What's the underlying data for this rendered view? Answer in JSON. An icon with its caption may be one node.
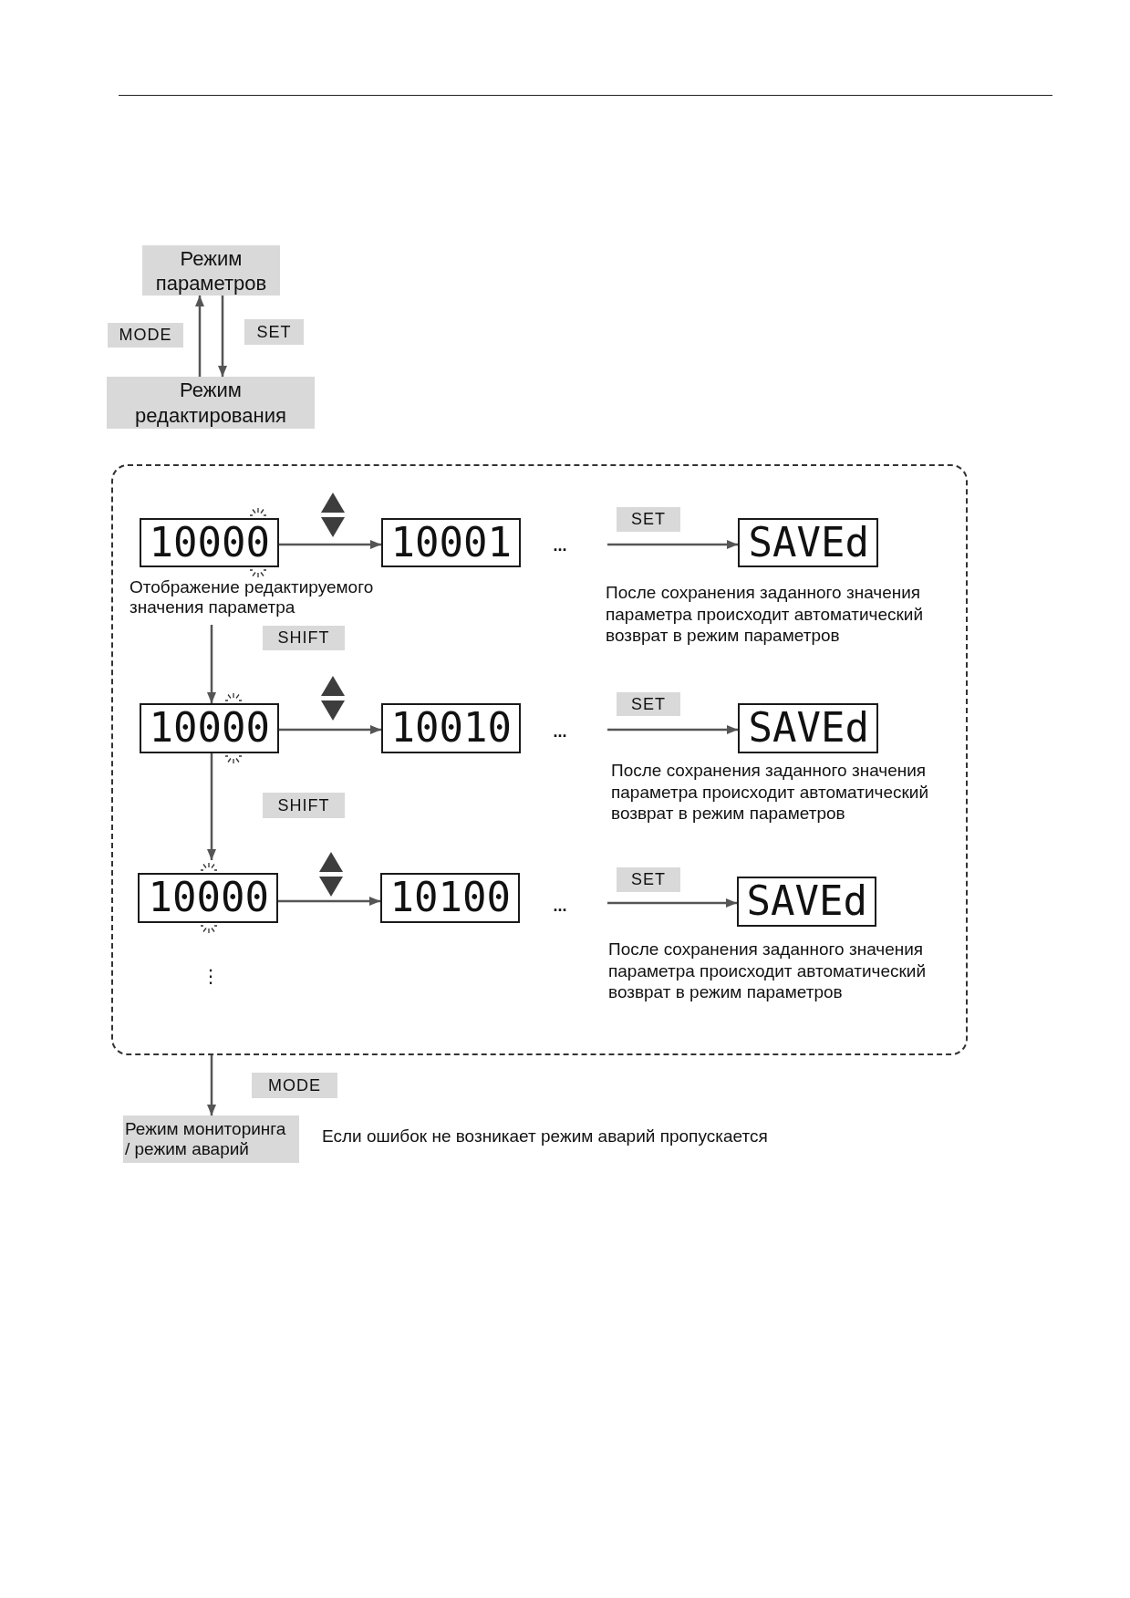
{
  "diagram": {
    "nodes": [
      {
        "text": [
          "Режим параметров"
        ]
      },
      {
        "text": [
          "Режим редактирования"
        ]
      },
      {
        "text": [],
        "shape": "box"
      },
      {
        "text": [
          "10000"
        ],
        "in": 2,
        "beside": [
          "Отображение редактируемого значения параметра"
        ]
      },
      {
        "text": [
          "10001"
        ],
        "in": 2
      },
      {
        "text": [
          "SAVEd"
        ],
        "in": 2,
        "beside": [
          "После сохранения заданного значения параметра происходит автоматический возврат в режим параметров"
        ]
      },
      {
        "text": [
          "10000"
        ],
        "in": 2
      },
      {
        "text": [
          "10010"
        ],
        "in": 2
      },
      {
        "text": [
          "SAVEd"
        ],
        "in": 2,
        "beside": [
          "После сохранения заданного значения параметра происходит автоматический возврат в режим параметров"
        ]
      },
      {
        "text": [
          "10000"
        ],
        "in": 2
      },
      {
        "text": [
          "10100"
        ],
        "in": 2
      },
      {
        "text": [
          "SAVEd"
        ],
        "in": 2,
        "beside": [
          "После сохранения заданного значения параметра происходит автоматический возврат в режим параметров"
        ]
      },
      {
        "text": [
          "Режим мониторинга / режим аварий"
        ],
        "beside": [
          "Если ошибок не возникает режим аварий пропускается"
        ]
      }
    ],
    "edges": [
      {
        "from": 1,
        "to": 0,
        "arrow": "to",
        "label": "MODE"
      },
      {
        "from": 0,
        "to": 1,
        "arrow": "to",
        "label": "SET"
      },
      {
        "from": 3,
        "to": 4,
        "arrow": "to"
      },
      {
        "from": null,
        "to": 5,
        "arrow": "to",
        "label": "SET"
      },
      {
        "from": 6,
        "to": 7,
        "arrow": "to"
      },
      {
        "from": null,
        "to": 8,
        "arrow": "to",
        "label": "SET"
      },
      {
        "from": 9,
        "to": 10,
        "arrow": "to"
      },
      {
        "from": null,
        "to": 11,
        "arrow": "to",
        "label": "SET"
      },
      {
        "from": 3,
        "to": 6,
        "arrow": "to",
        "label": "SHIFT"
      },
      {
        "from": 6,
        "to": 9,
        "arrow": "to",
        "label": "SHIFT"
      },
      {
        "from": 2,
        "to": 12,
        "arrow": "to",
        "label": "MODE"
      }
    ],
    "labels": [
      "...",
      "...",
      "...",
      "⋮"
    ]
  }
}
